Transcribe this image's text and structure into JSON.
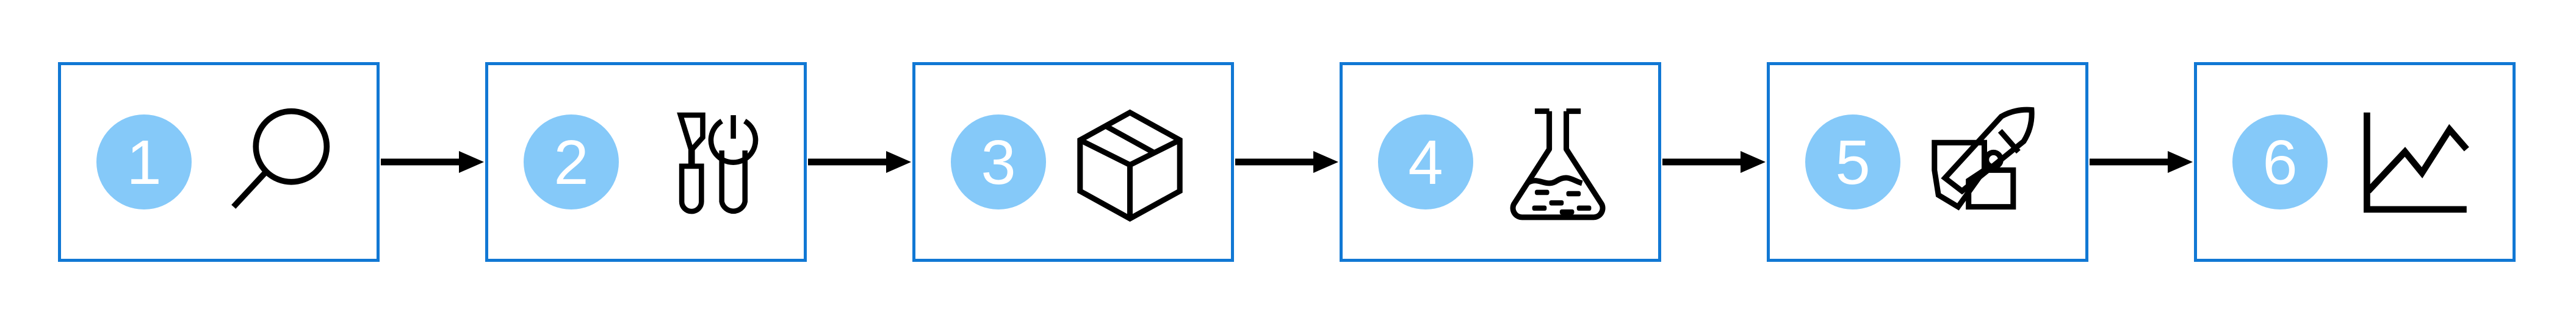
{
  "diagram": {
    "type": "horizontal-process-flow",
    "title": "",
    "step_count": 6,
    "colors": {
      "box_border": "#1178d4",
      "badge_fill": "#85c9f9",
      "badge_text": "#ffffff",
      "icon_stroke": "#000000",
      "arrow": "#000000",
      "background": "#ffffff"
    },
    "steps": [
      {
        "number": "1",
        "icon_name": "magnifier-icon",
        "icon_label": "magnifying glass"
      },
      {
        "number": "2",
        "icon_name": "tools-icon",
        "icon_label": "screwdriver and wrench"
      },
      {
        "number": "3",
        "icon_name": "package-box-icon",
        "icon_label": "3D shipping box"
      },
      {
        "number": "4",
        "icon_name": "flask-icon",
        "icon_label": "erlenmeyer flask with liquid"
      },
      {
        "number": "5",
        "icon_name": "rocket-icon",
        "icon_label": "rocket"
      },
      {
        "number": "6",
        "icon_name": "line-chart-icon",
        "icon_label": "line chart with upward trend"
      }
    ],
    "connectors": [
      {
        "name": "arrow-1-to-2"
      },
      {
        "name": "arrow-2-to-3"
      },
      {
        "name": "arrow-3-to-4"
      },
      {
        "name": "arrow-4-to-5"
      },
      {
        "name": "arrow-5-to-6"
      }
    ]
  }
}
